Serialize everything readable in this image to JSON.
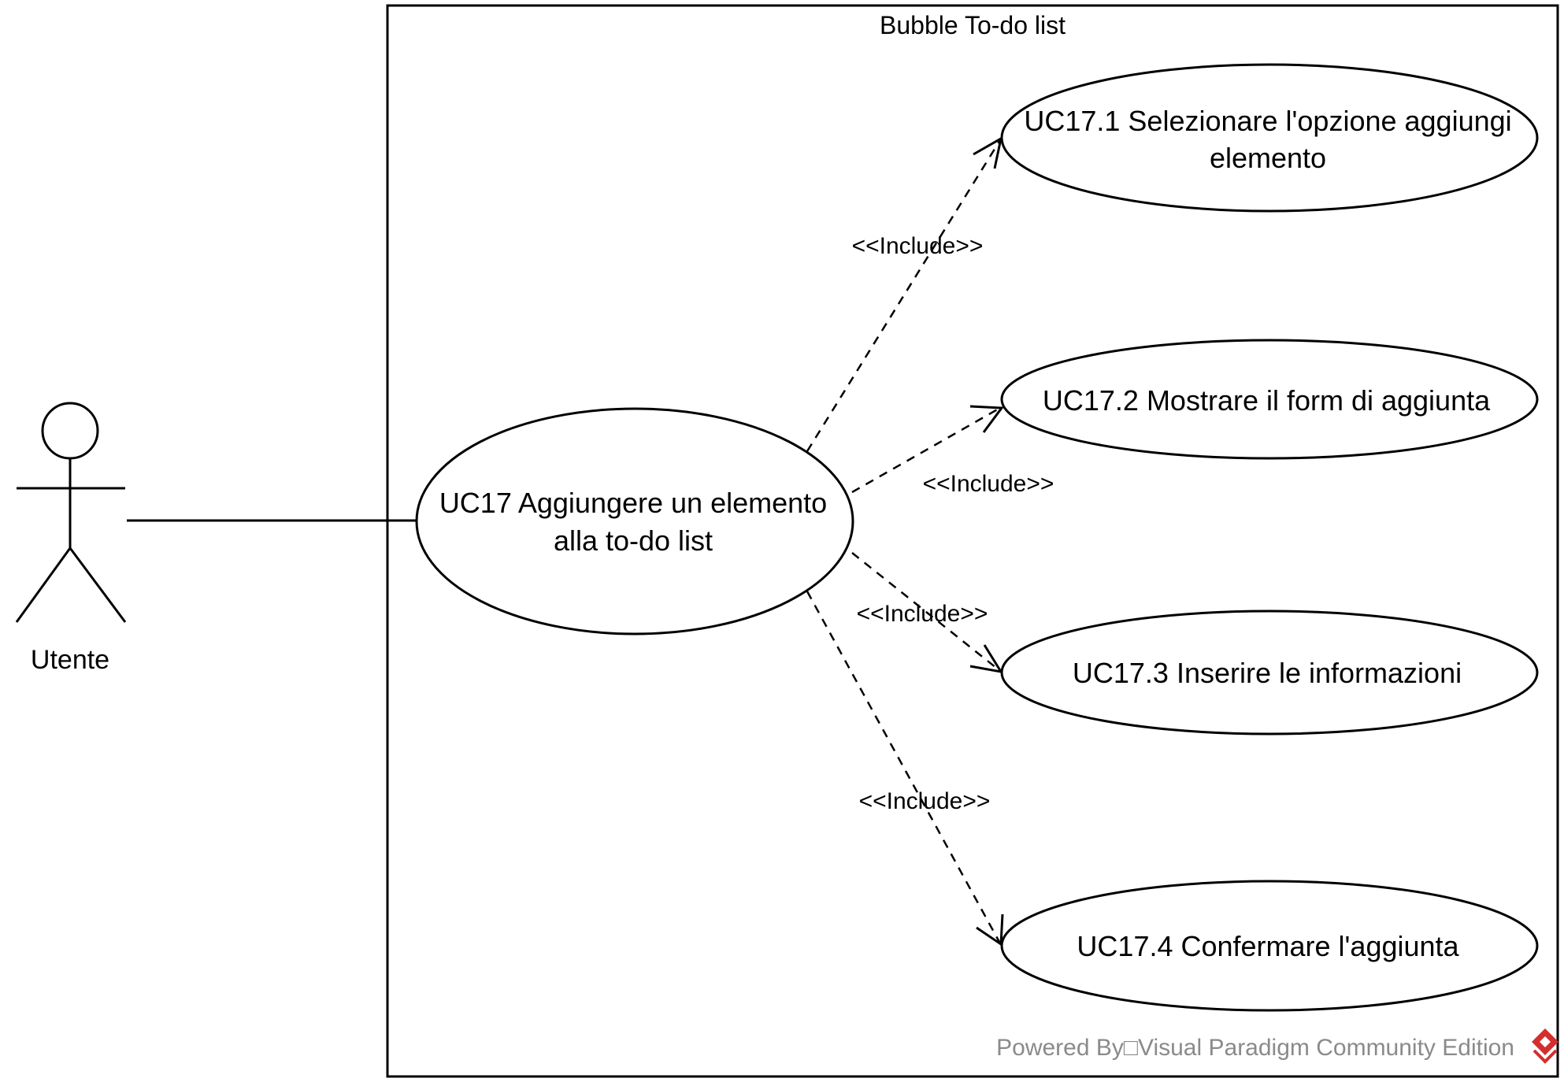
{
  "system": {
    "title": "Bubble To-do list"
  },
  "actor": {
    "label": "Utente"
  },
  "main_use_case": {
    "lines": [
      "UC17 Aggiungere un elemento",
      "alla to-do list"
    ]
  },
  "included_use_cases": [
    {
      "lines": [
        "UC17.1 Selezionare l'opzione aggiungi",
        "elemento"
      ]
    },
    {
      "lines": [
        "UC17.2 Mostrare il form di aggiunta"
      ]
    },
    {
      "lines": [
        "UC17.3 Inserire le informazioni"
      ]
    },
    {
      "lines": [
        "UC17.4 Confermare l'aggiunta"
      ]
    }
  ],
  "include_labels": [
    "<<Include>>",
    "<<Include>>",
    "<<Include>>",
    "<<Include>>"
  ],
  "watermark": {
    "text": "Powered By□Visual Paradigm Community Edition",
    "logo_icon": "visual-paradigm-logo-icon",
    "logo_color": "#d32f2f"
  }
}
